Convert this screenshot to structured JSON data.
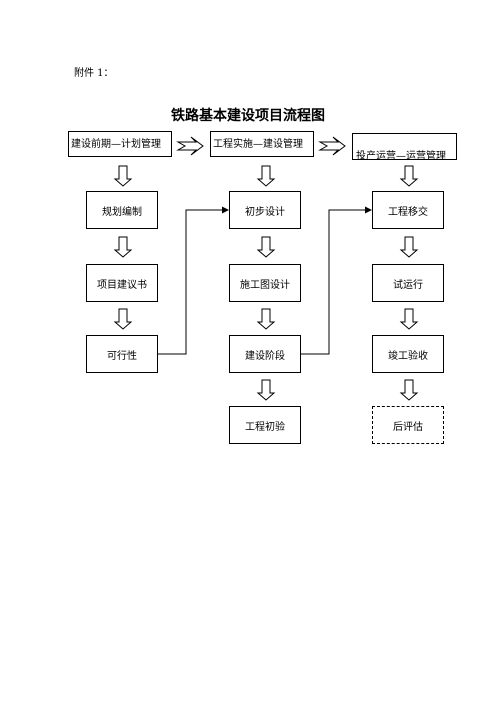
{
  "attachment_label": "附件 1：",
  "title": "铁路基本建设项目流程图",
  "phases": [
    {
      "label": "建设前期—计划管理",
      "steps": [
        "规划编制",
        "项目建议书",
        "可行性"
      ]
    },
    {
      "label": "工程实施—建设管理",
      "steps": [
        "初步设计",
        "施工图设计",
        "建设阶段",
        "工程初验"
      ]
    },
    {
      "label": "投产运营—运营管理",
      "steps": [
        "工程移交",
        "试运行",
        "竣工验收",
        "后评估"
      ]
    }
  ]
}
